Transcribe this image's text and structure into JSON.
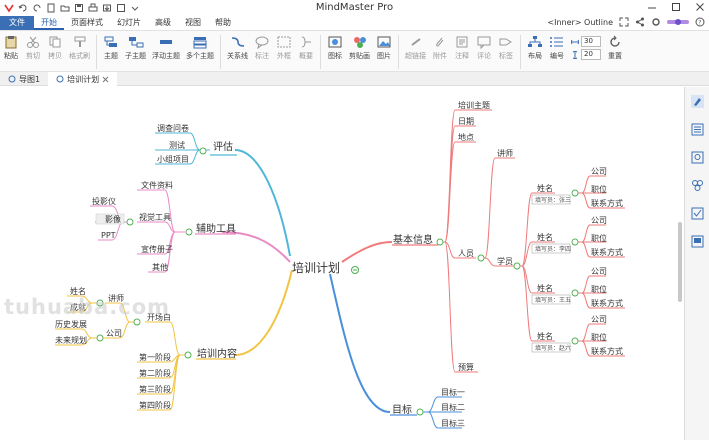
{
  "app": {
    "title": "MindMaster Pro"
  },
  "menu": {
    "file": "文件",
    "tabs": [
      "开始",
      "页面样式",
      "幻灯片",
      "高级",
      "视图",
      "帮助"
    ],
    "outline": "<Inner> Outline"
  },
  "ribbon": {
    "buttons": [
      {
        "label": "粘贴",
        "icon": "paste-icon"
      },
      {
        "label": "剪切",
        "icon": "cut-icon"
      },
      {
        "label": "拷贝",
        "icon": "copy-icon"
      },
      {
        "label": "格式刷",
        "icon": "format-painter-icon"
      },
      {
        "label": "主题",
        "icon": "topic-icon"
      },
      {
        "label": "子主题",
        "icon": "subtopic-icon"
      },
      {
        "label": "浮动主题",
        "icon": "floating-topic-icon"
      },
      {
        "label": "多个主题",
        "icon": "multiple-topics-icon"
      },
      {
        "label": "关系线",
        "icon": "relationship-icon"
      },
      {
        "label": "标注",
        "icon": "callout-icon"
      },
      {
        "label": "外框",
        "icon": "boundary-icon"
      },
      {
        "label": "概要",
        "icon": "summary-icon"
      },
      {
        "label": "图标",
        "icon": "mark-icon"
      },
      {
        "label": "剪贴画",
        "icon": "clipart-icon"
      },
      {
        "label": "图片",
        "icon": "picture-icon"
      },
      {
        "label": "超链接",
        "icon": "hyperlink-icon"
      },
      {
        "label": "附件",
        "icon": "attachment-icon"
      },
      {
        "label": "注释",
        "icon": "note-icon"
      },
      {
        "label": "评论",
        "icon": "comment-icon"
      },
      {
        "label": "标签",
        "icon": "tag-icon"
      },
      {
        "label": "布局",
        "icon": "layout-icon"
      },
      {
        "label": "编号",
        "icon": "numbering-icon"
      },
      {
        "label": "重置",
        "icon": "reset-icon"
      }
    ],
    "spin1": "30",
    "spin2": "20"
  },
  "doc_tabs": [
    {
      "label": "导图1",
      "active": false
    },
    {
      "label": "培训计划",
      "active": true
    }
  ],
  "mindmap": {
    "root": "培训计划",
    "branches": {
      "pinggu": "评估",
      "fuzhu": "辅助工具",
      "neirong": "培训内容",
      "jiben": "基本信息",
      "mubiao": "目标"
    },
    "pinggu_items": [
      "调查问卷",
      "测试",
      "小组项目"
    ],
    "fuzhu_items": [
      "文件资料",
      "视觉工具",
      "宣传册子",
      "其他"
    ],
    "visual_items": [
      "投影仪",
      "影像",
      "PPT"
    ],
    "neirong_items": [
      "开场白",
      "第一阶段",
      "第二阶段",
      "第三阶段",
      "第四阶段"
    ],
    "opening_items": [
      "讲师",
      "公司"
    ],
    "lecturer_items": [
      "姓名",
      "成就"
    ],
    "company_items": [
      "历史发展",
      "未来规划"
    ],
    "jiben_items": [
      "培训主题",
      "日期",
      "地点",
      "人员",
      "预算"
    ],
    "people_items": [
      "讲师",
      "学员"
    ],
    "student_labels": {
      "name": "姓名",
      "company": "公司",
      "position": "职位",
      "contact": "联系方式"
    },
    "student_tags": [
      "填写员：张三",
      "填写员：李四",
      "填写员：王五",
      "填写员：赵六"
    ],
    "mubiao_items": [
      "目标一",
      "目标二",
      "目标三"
    ]
  },
  "colors": {
    "pinggu": "#4fb6d8",
    "fuzhu": "#e98ac4",
    "neirong": "#f2c444",
    "jiben": "#ef7b7b",
    "mubiao": "#4a8fdc",
    "collapse": "#4caf50"
  },
  "watermark": "tuhuaba.com"
}
